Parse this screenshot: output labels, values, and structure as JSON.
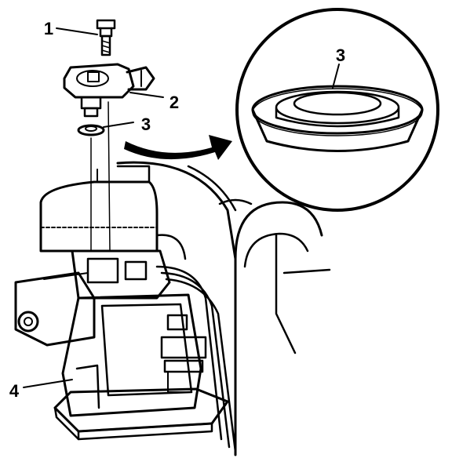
{
  "callouts": {
    "bolt": "1",
    "sensor": "2",
    "seal": "3",
    "detail_seal": "3",
    "unit": "4"
  },
  "colors": {
    "ink": "#000000",
    "paper": "#ffffff"
  }
}
